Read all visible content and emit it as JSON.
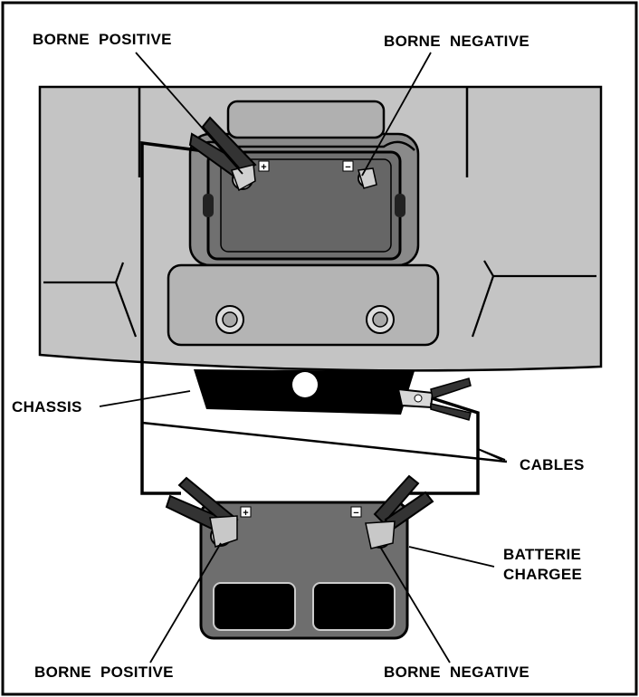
{
  "labels": {
    "top_left": "BORNE  POSITIVE",
    "top_right": "BORNE  NEGATIVE",
    "chassis": "CHASSIS",
    "cables": "CABLES",
    "charged_battery_line1": "BATTERIE",
    "charged_battery_line2": "CHARGEE",
    "bottom_left": "BORNE  POSITIVE",
    "bottom_right": "BORNE  NEGATIVE"
  },
  "symbols": {
    "plus": "+",
    "minus": "−"
  },
  "colors": {
    "panel": "#c8c8c8",
    "battery": "#6e6e6e",
    "dark": "#000000",
    "frame": "#000000"
  }
}
